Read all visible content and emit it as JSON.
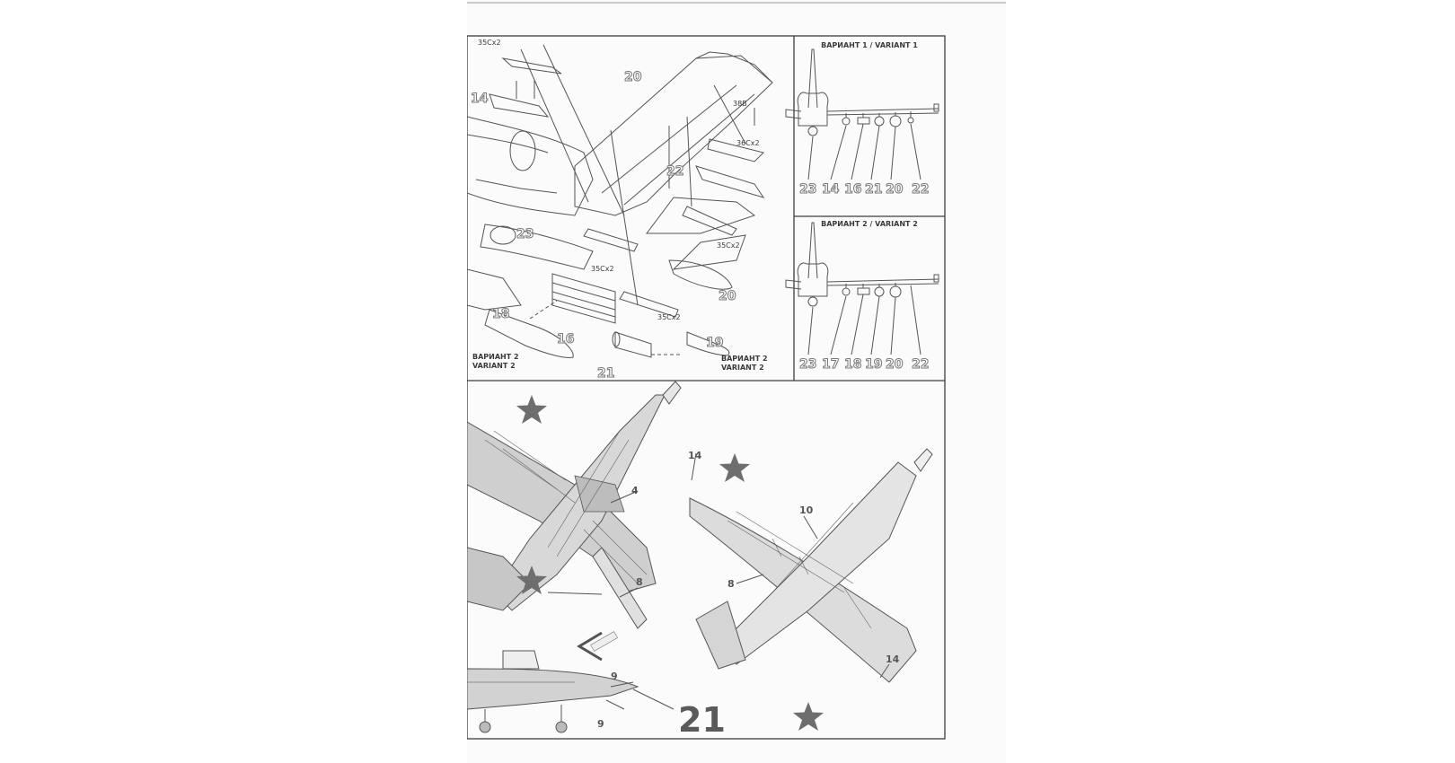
{
  "top_left_panel": {
    "callouts": [
      "35Cx2",
      "38B",
      "36Cx2",
      "35Cx2",
      "35Cx2",
      "35Cx2"
    ],
    "part_numbers": [
      "14",
      "20",
      "22",
      "23",
      "18",
      "16",
      "20",
      "19",
      "21"
    ],
    "variant_note_left": [
      "ВАРИАНТ 2",
      "VARIANT 2"
    ],
    "variant_note_right": [
      "ВАРИАНТ 2",
      "VARIANT 2"
    ]
  },
  "variant1": {
    "title": "ВАРИАНТ 1 / VARIANT 1",
    "stations": [
      "23",
      "14",
      "16",
      "21",
      "20",
      "22"
    ]
  },
  "variant2": {
    "title": "ВАРИАНТ 2 / VARIANT 2",
    "stations": [
      "23",
      "17",
      "18",
      "19",
      "20",
      "22"
    ]
  },
  "bottom_panel": {
    "part_labels": [
      "4",
      "8",
      "14",
      "10",
      "8",
      "14",
      "9",
      "9"
    ],
    "tail_number": "21"
  },
  "colors": {
    "line": "#555555",
    "frame": "#3c3c3c",
    "star": "#6e6e6e"
  }
}
